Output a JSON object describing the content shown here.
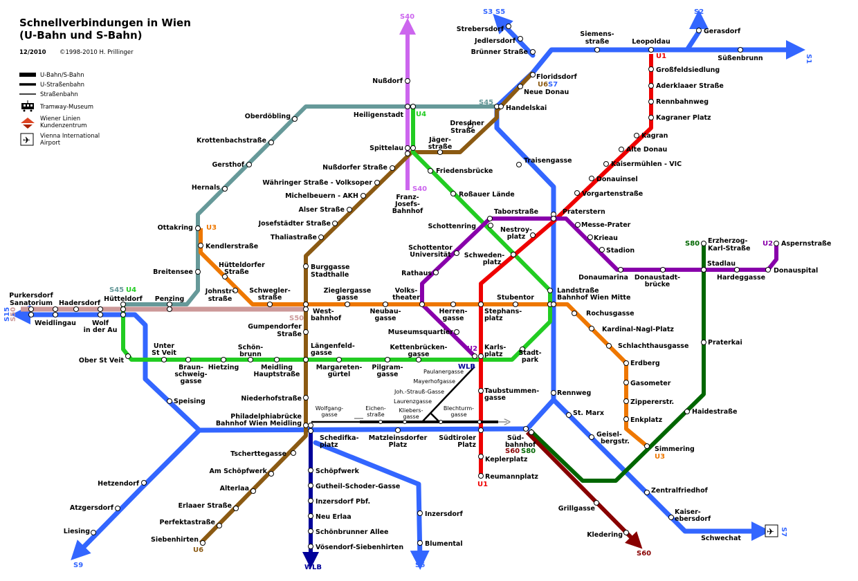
{
  "header": {
    "title_line1": "Schnellverbindungen in Wien",
    "title_line2": "(U-Bahn und S-Bahn)",
    "date": "12/2010",
    "copyright": "©1998-2010 H. Prillinger"
  },
  "legend": {
    "ubahn_sbahn": "U-Bahn/S-Bahn",
    "ustrassenbahn": "U-Straßenbahn",
    "strassenbahn": "Straßenbahn",
    "tramway_museum": "Tramway-Museum",
    "kundenzentrum_1": "Wiener Linien",
    "kundenzentrum_2": "Kundenzentrum",
    "airport_1": "Vienna International",
    "airport_2": "Airport"
  },
  "colors": {
    "U1": "#ee0000",
    "U2": "#8800aa",
    "U3": "#ee7700",
    "U4": "#22cc22",
    "U6": "#8b5a13",
    "S": "#3366ff",
    "S40": "#cc66ee",
    "S45": "#669999",
    "S50": "#cc9999",
    "S60": "#880000",
    "S80": "#006600",
    "WLB": "#000099"
  },
  "line_labels": {
    "S1": "S1",
    "S2": "S2",
    "S3": "S3",
    "S5": "S5",
    "S6": "S6",
    "S7": "S7",
    "S9": "S9",
    "S15": "S15",
    "S40": "S40",
    "S45": "S45",
    "S50": "S50",
    "S60": "S60",
    "S80": "S80",
    "U1": "U1",
    "U2": "U2",
    "U3": "U3",
    "U4": "U4",
    "U6": "U6",
    "WLB": "WLB"
  },
  "stations": {
    "strebersdorf": "Strebersdorf",
    "jedlersdorf": "Jedlersdorf",
    "bruenner": "Brünner Straße",
    "floridsdorf": "Floridsdorf",
    "neue_donau": "Neue Donau",
    "handelskai": "Handelskai",
    "siemens1": "Siemens-",
    "siemens2": "straße",
    "leopoldau": "Leopoldau",
    "gerasdorf": "Gerasdorf",
    "suessenbrunn": "Süßenbrunn",
    "grossfeld": "Großfeldsiedlung",
    "aderklaaer": "Aderklaaer Straße",
    "rennbahnweg": "Rennbahnweg",
    "kagraner": "Kagraner Platz",
    "kagran": "Kagran",
    "alte_donau": "Alte Donau",
    "kaisermuehlen": "Kaisermühlen - VIC",
    "donauinsel": "Donauinsel",
    "vorgarten": "Vorgartenstraße",
    "praterstern": "Praterstern",
    "messe": "Messe-Prater",
    "krieau": "Krieau",
    "stadion": "Stadion",
    "donaumarina": "Donaumarina",
    "donaustadt1": "Donaustadt-",
    "donaustadt2": "brücke",
    "stadlau": "Stadlau",
    "hardegg": "Hardeggasse",
    "donauspital": "Donauspital",
    "aspern": "Aspernstraße",
    "erzherzog1": "Erzherzog-",
    "erzherzog2": "Karl-Straße",
    "praterkai": "Praterkai",
    "haide": "Haidestraße",
    "nussdorf": "Nußdorf",
    "heiligenstadt": "Heiligenstadt",
    "oberdoebling": "Oberdöbling",
    "krottenbach": "Krottenbachstraße",
    "gersthof": "Gersthof",
    "hernals": "Hernals",
    "ottakring": "Ottakring",
    "kendler": "Kendlerstraße",
    "huetteldorfer1": "Hütteldorfer",
    "huetteldorfer2": "Straße",
    "johnstr1": "Johnstr-",
    "johnstr2": "straße",
    "breitensee": "Breitensee",
    "penzing": "Penzing",
    "huetteldorf": "Hütteldorf",
    "hadersdorf": "Hadersdorf",
    "purkersdorf1": "Purkersdorf",
    "purkersdorf2": "Sanatorium",
    "weidlingau": "Weidlingau",
    "wolf1": "Wolf",
    "wolf2": "in der Au",
    "spittelau": "Spittelau",
    "dresdner1": "Dresdner",
    "dresdner2": "Straße",
    "jaeger1": "Jäger-",
    "jaeger2": "straße",
    "nussdorfer": "Nußdorfer Straße",
    "waehringer": "Währinger Straße - Volksoper",
    "michelbeuern": "Michelbeuern - AKH",
    "alser": "Alser Straße",
    "josefstaedter": "Josefstädter Straße",
    "thalia": "Thaliastraße",
    "burggasse1": "Burggasse",
    "burggasse2": "Stadthalle",
    "westbahnhof1": "West-",
    "westbahnhof2": "bahnhof",
    "gumpendorfer1": "Gumpendorfer",
    "gumpendorfer2": "Straße",
    "laengenfeld1": "Längenfeld-",
    "laengenfeld2": "gasse",
    "niederhof": "Niederhofstraße",
    "philadelphia1": "Philadelphiabrücke",
    "philadelphia2": "Bahnhof Wien Meidling",
    "tscherttegasse": "Tscherttegasse",
    "schoepfwerk": "Am Schöpfwerk",
    "alterlaa": "Alterlaa",
    "erlaaer": "Erlaaer Straße",
    "perfekta": "Perfektastraße",
    "siebenhirten": "Siebenhirten",
    "friedensbruecke": "Friedensbrücke",
    "rossauer": "Roßauer Lände",
    "franz1": "Franz-",
    "franz2": "Josefs-",
    "franz3": "Bahnhof",
    "schottenring": "Schottenring",
    "schottentor1": "Schottentor",
    "schottentor2": "Universität",
    "rathaus": "Rathaus",
    "tabor": "Taborstraße",
    "nestroy1": "Nestroy-",
    "nestroy2": "platz",
    "schwedenplatz1": "Schweden-",
    "schwedenplatz2": "platz",
    "landstrasse1": "Landstraße",
    "landstrasse2": "Bahnhof Wien Mitte",
    "stubentor": "Stubentor",
    "stephansplatz1": "Stephans-",
    "stephansplatz2": "platz",
    "herrengasse1": "Herren-",
    "herrengasse2": "gasse",
    "volkstheater1": "Volks-",
    "volkstheater2": "theater",
    "ziegler1": "Zieglergasse",
    "ziegler2": "gasse",
    "neubau1": "Neubau-",
    "neubau2": "gasse",
    "schweglerstr1": "Schwegler-",
    "schweglerstr2": "straße",
    "museumsquartier": "Museumsquartier",
    "karlsplatz1": "Karls-",
    "karlsplatz2": "platz",
    "kettenbruecke1": "Kettenbrücken-",
    "kettenbruecke2": "gasse",
    "stadtpark1": "Stadt-",
    "stadtpark2": "park",
    "pilgram1": "Pilgram-",
    "pilgram2": "gasse",
    "margareten1": "Margareten-",
    "margareten2": "gürtel",
    "meidlingh1": "Meidling",
    "meidlingh2": "Hauptstraße",
    "schoenbrunn1": "Schön-",
    "schoenbrunn2": "brunn",
    "hietzing": "Hietzing",
    "braunschweig1": "Braun-",
    "braunschweig2": "schweig-",
    "braunschweig3": "gasse",
    "untersanktveit1": "Unter",
    "untersanktveit2": "St Veit",
    "obersanktveit": "Ober St Veit",
    "rochus": "Rochusgasse",
    "kardinal": "Kardinal-Nagl-Platz",
    "schlachthaus": "Schlachthausgasse",
    "erdberg": "Erdberg",
    "gasometer": "Gasometer",
    "zipperer": "Zippererstr.",
    "enkplatz": "Enkplatz",
    "simmering": "Simmering",
    "traisengasse": "Traisengasse",
    "rennweg": "Rennweg",
    "stmarx": "St. Marx",
    "geiselberg1": "Geisel-",
    "geiselberg2": "bergstr.",
    "zentralfriedhof": "Zentralfriedhof",
    "kaiserebersdorf1": "Kaiser-",
    "kaiserebersdorf2": "ebersdorf",
    "schwechat": "Schwechat",
    "taubstummen1": "Taubstummen-",
    "taubstummen2": "gasse",
    "suedbahnhof1": "Süd-",
    "suedbahnhof2": "bahnhof",
    "suedtiroler1": "Südtiroler",
    "suedtiroler2": "Platz",
    "matzleinsdorfer1": "Matzleinsdorfer",
    "matzleinsdorfer2": "Platz",
    "schedifka1": "Schedifka-",
    "schedifka2": "platz",
    "keplerplatz": "Keplerplatz",
    "reumannplatz": "Reumannplatz",
    "speising": "Speising",
    "hetzendorf": "Hetzendorf",
    "atzgersdorf": "Atzgersdorf",
    "liesing": "Liesing",
    "schoepfwerk_wlb": "Schöpfwerk",
    "gutheil": "Gutheil-Schoder-Gasse",
    "inzersdorf_pbf": "Inzersdorf Pbf.",
    "neu_erlaa": "Neu Erlaa",
    "schoenbrunner_allee": "Schönbrunner Allee",
    "voesendorf": "Vösendorf-Siebenhirten",
    "inzersdorf": "Inzersdorf",
    "blumental": "Blumental",
    "grillgasse": "Grillgasse",
    "kledering": "Kledering",
    "paulaner": "Paulanergasse",
    "mayerhof": "Mayerhofgasse",
    "johstrauss": "Joh.-Strauß-Gasse",
    "laurenz": "Laurenzgasse",
    "wolfgang1": "Wolfgang-",
    "wolfgang2": "gasse",
    "eichen1": "Eichen-",
    "eichen2": "straße",
    "kliebers1": "Kliebers-",
    "kliebers2": "gasse",
    "blechturm1": "Blechturm-",
    "blechturm2": "gasse"
  }
}
